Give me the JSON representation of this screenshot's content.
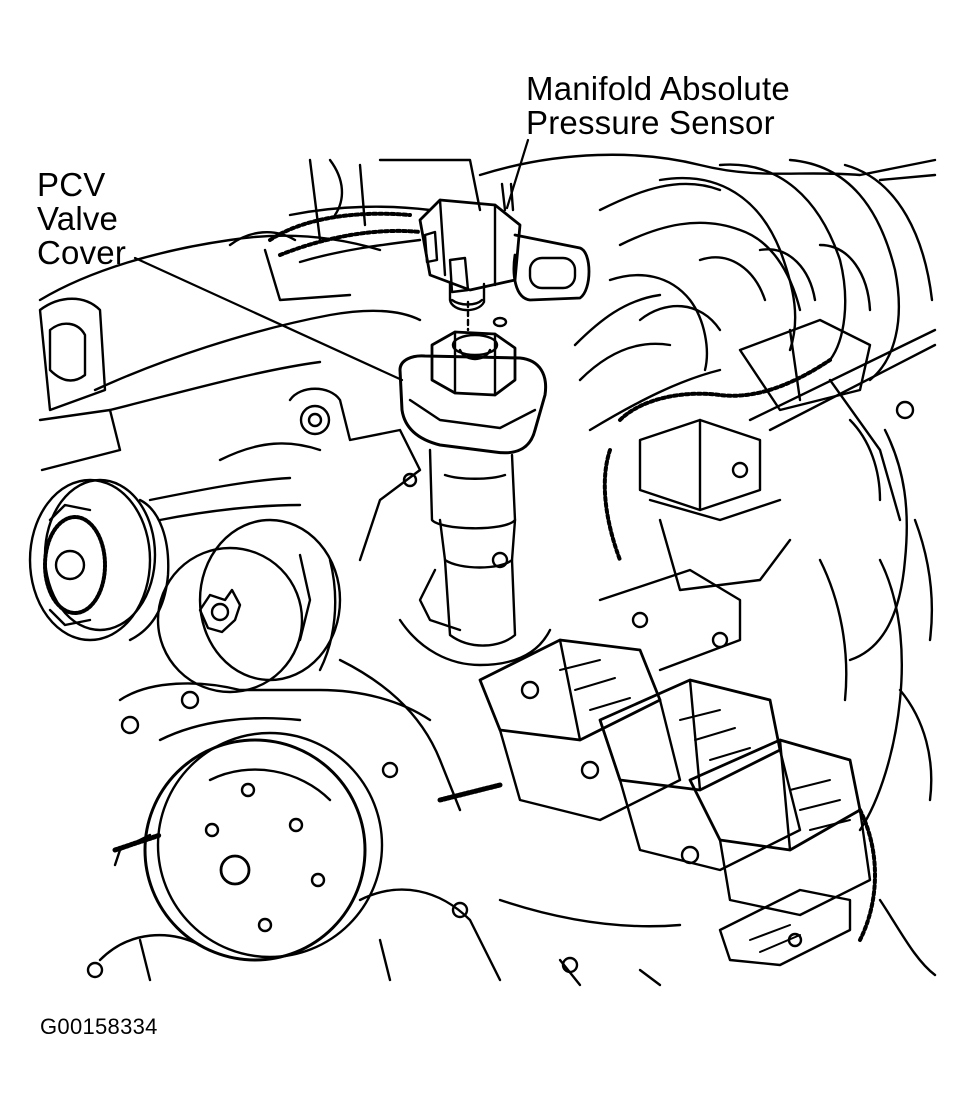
{
  "callouts": {
    "map_sensor": "Manifold Absolute\nPressure Sensor",
    "pcv_valve_cover": "PCV\nValve\nCover"
  },
  "figure_id": "G00158334"
}
